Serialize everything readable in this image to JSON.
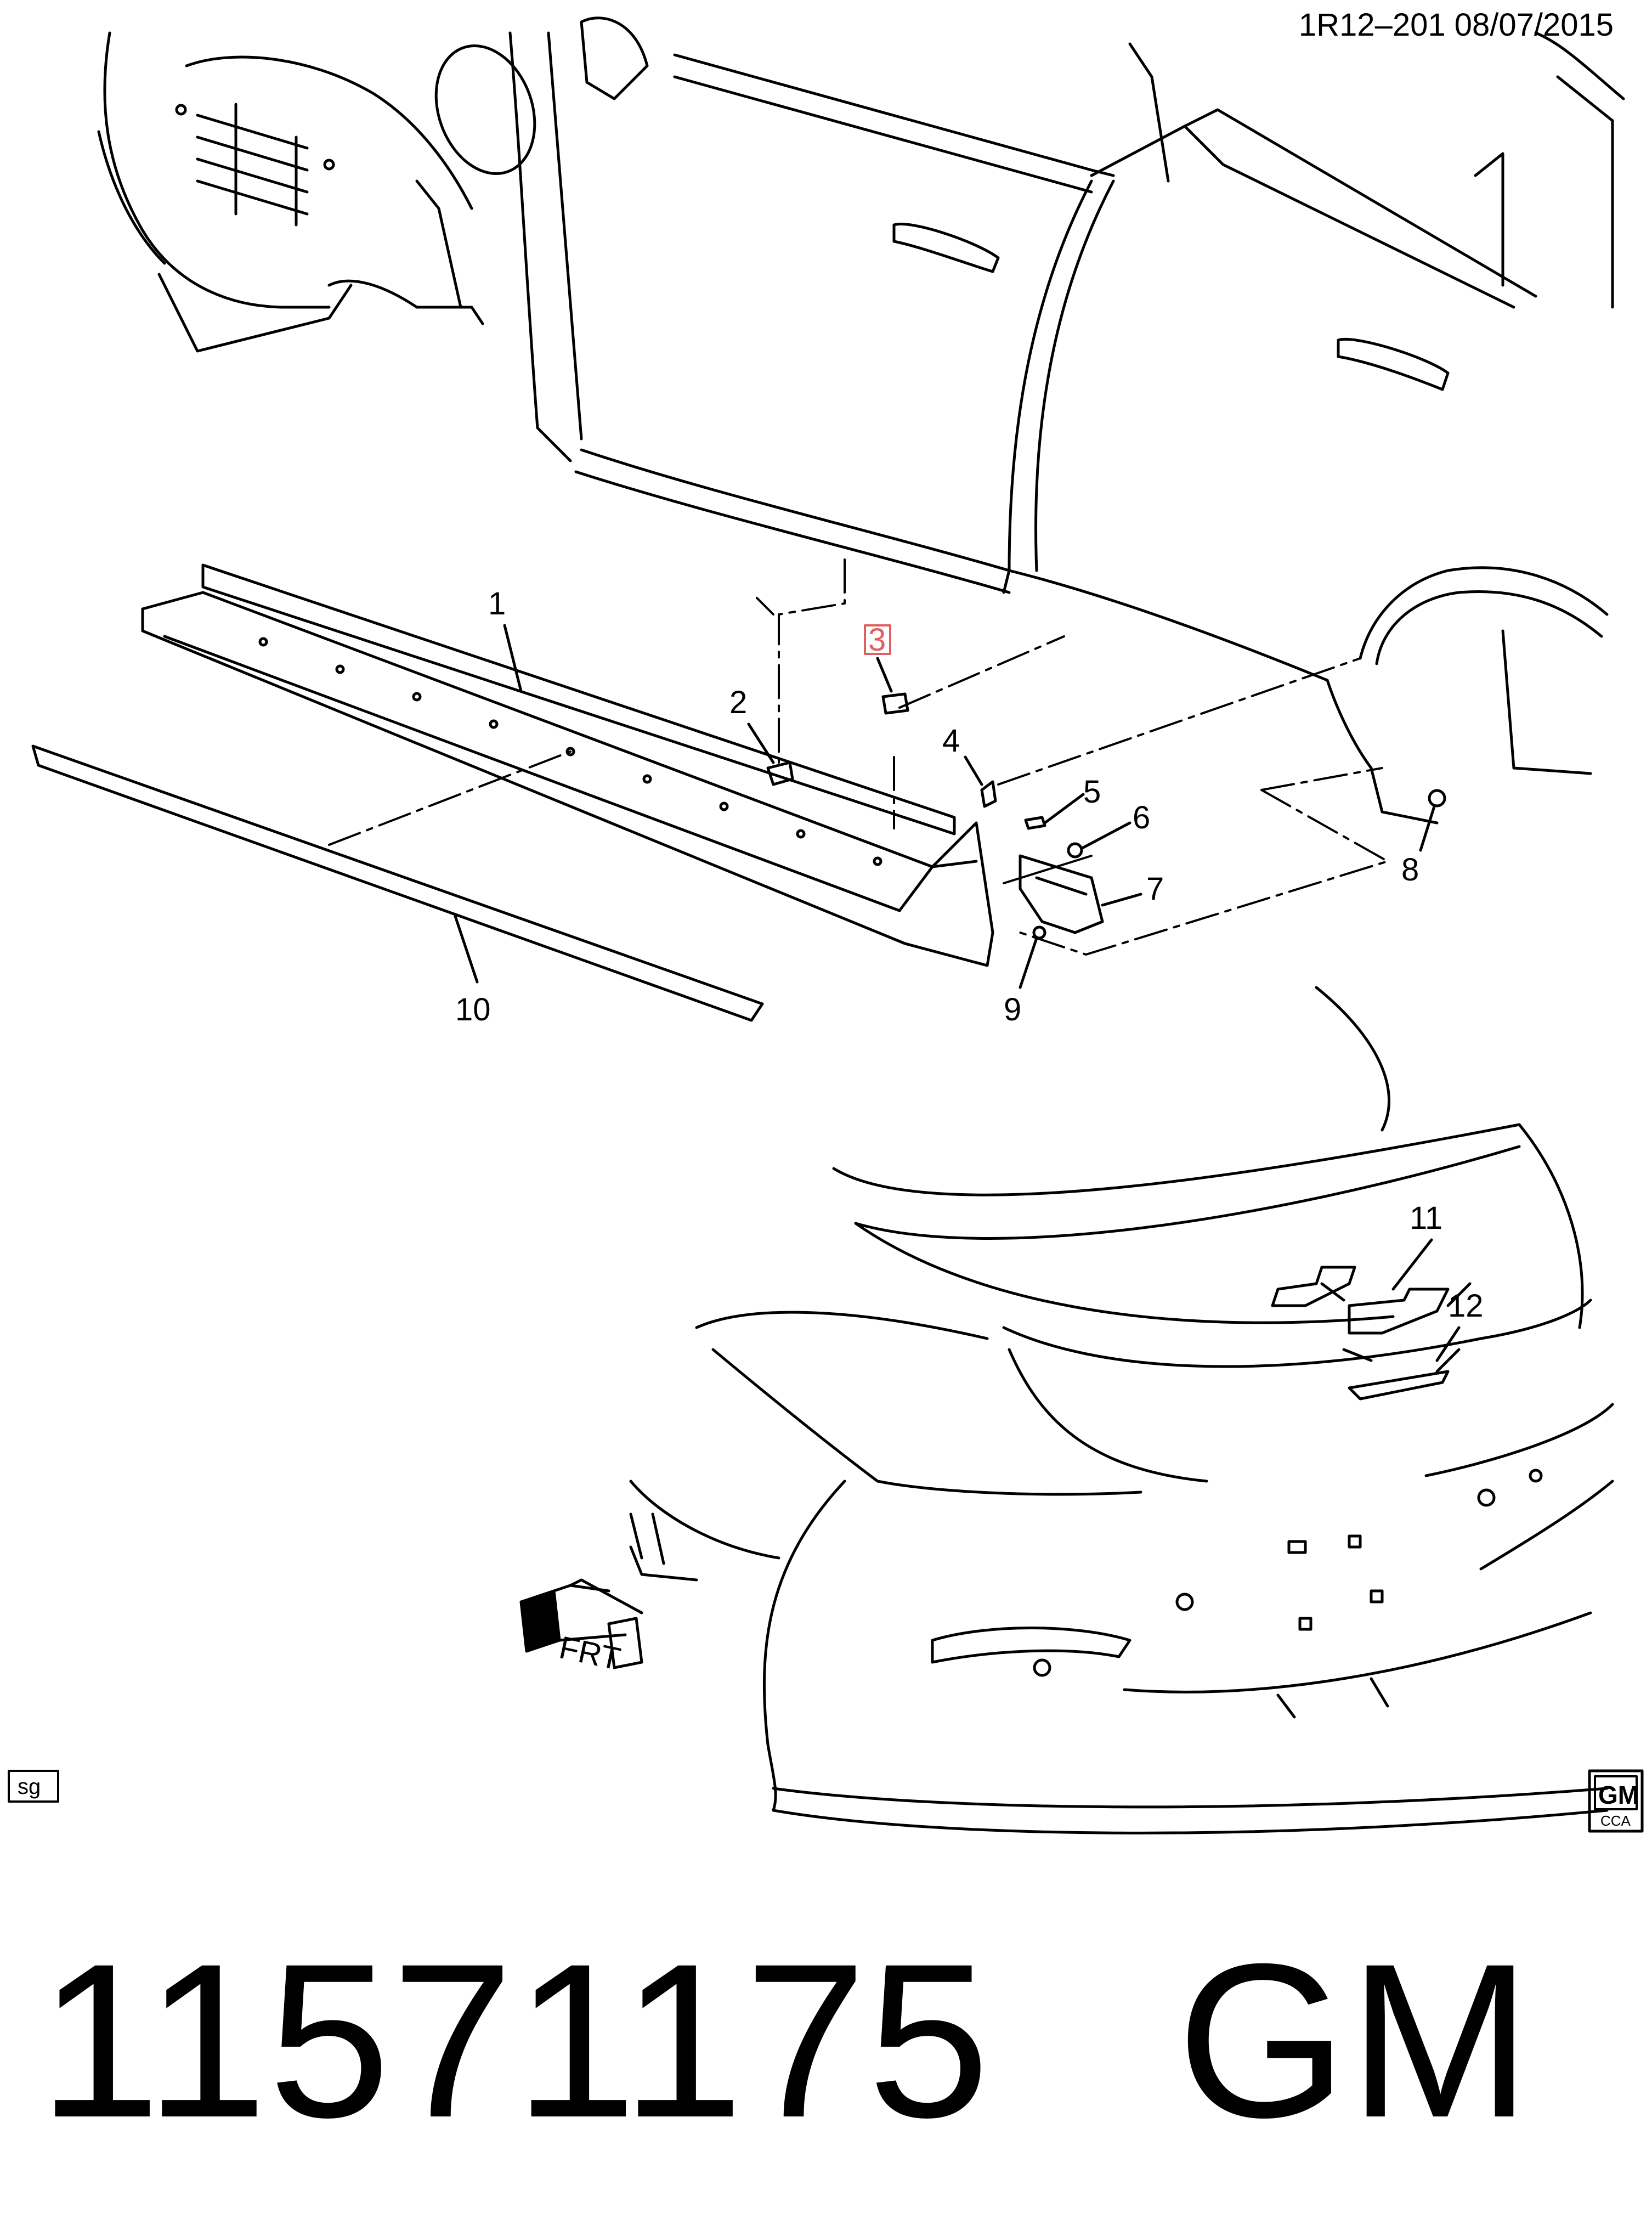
{
  "header": {
    "ref_date": "1R12–201  08/07/2015"
  },
  "callouts": [
    {
      "id": "1",
      "highlighted": false
    },
    {
      "id": "2",
      "highlighted": false
    },
    {
      "id": "3",
      "highlighted": true
    },
    {
      "id": "4",
      "highlighted": false
    },
    {
      "id": "5",
      "highlighted": false
    },
    {
      "id": "6",
      "highlighted": false
    },
    {
      "id": "7",
      "highlighted": false
    },
    {
      "id": "8",
      "highlighted": false
    },
    {
      "id": "9",
      "highlighted": false
    },
    {
      "id": "10",
      "highlighted": false
    },
    {
      "id": "11",
      "highlighted": false
    },
    {
      "id": "12",
      "highlighted": false
    }
  ],
  "labels": {
    "direction": "FRT",
    "corner_tag": "sg",
    "gm_logo": "GM",
    "gm_logo_sub": "CCA"
  },
  "footer": {
    "part_number": "11571175   GM"
  },
  "colors": {
    "line": "#000000",
    "highlight": "#e06060",
    "background": "#ffffff"
  }
}
